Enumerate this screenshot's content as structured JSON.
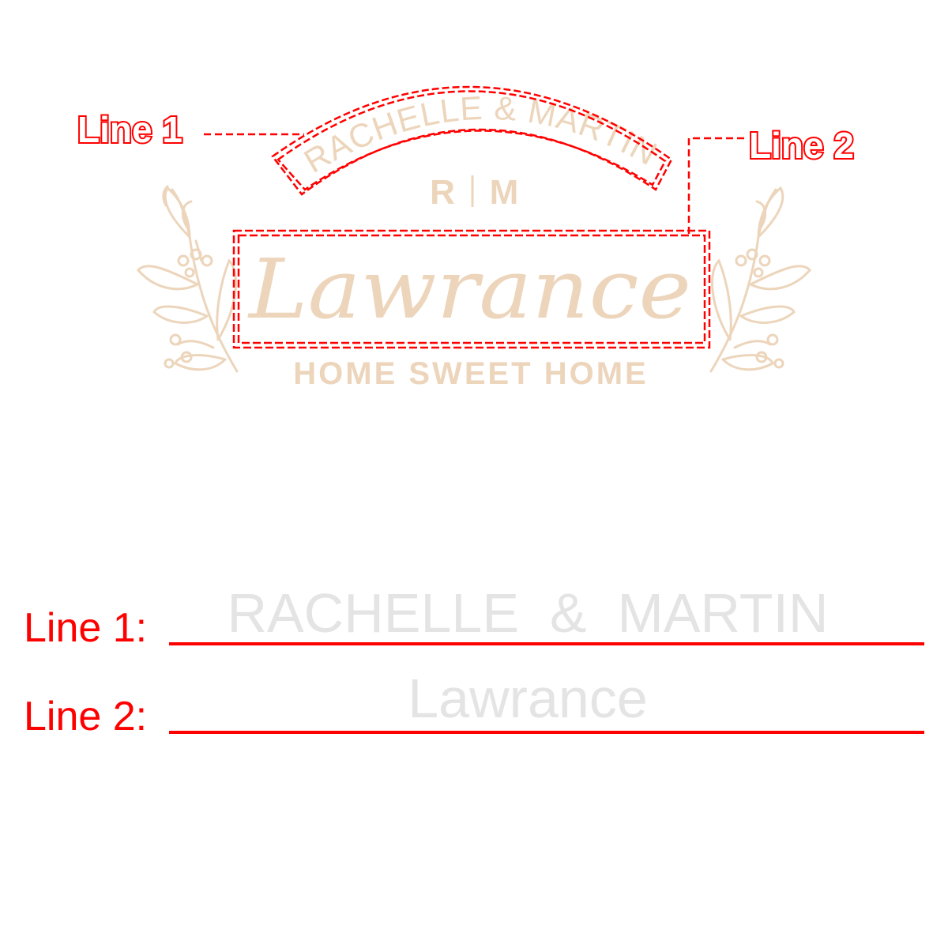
{
  "design": {
    "arc_text": "RACHELLE & MARTIN",
    "monogram": "R|M",
    "name": "Lawrance",
    "tagline": "HOME SWEET HOME"
  },
  "callouts": {
    "line1": "Line 1",
    "line2": "Line 2"
  },
  "form": {
    "line1_label": "Line 1:",
    "line1_value": "RACHELLE  &  MARTIN",
    "line2_label": "Line 2:",
    "line2_value": "Lawrance"
  },
  "colors": {
    "design": "#ecd5bb",
    "accent": "#ff0000",
    "placeholder": "#e4e4e4"
  }
}
